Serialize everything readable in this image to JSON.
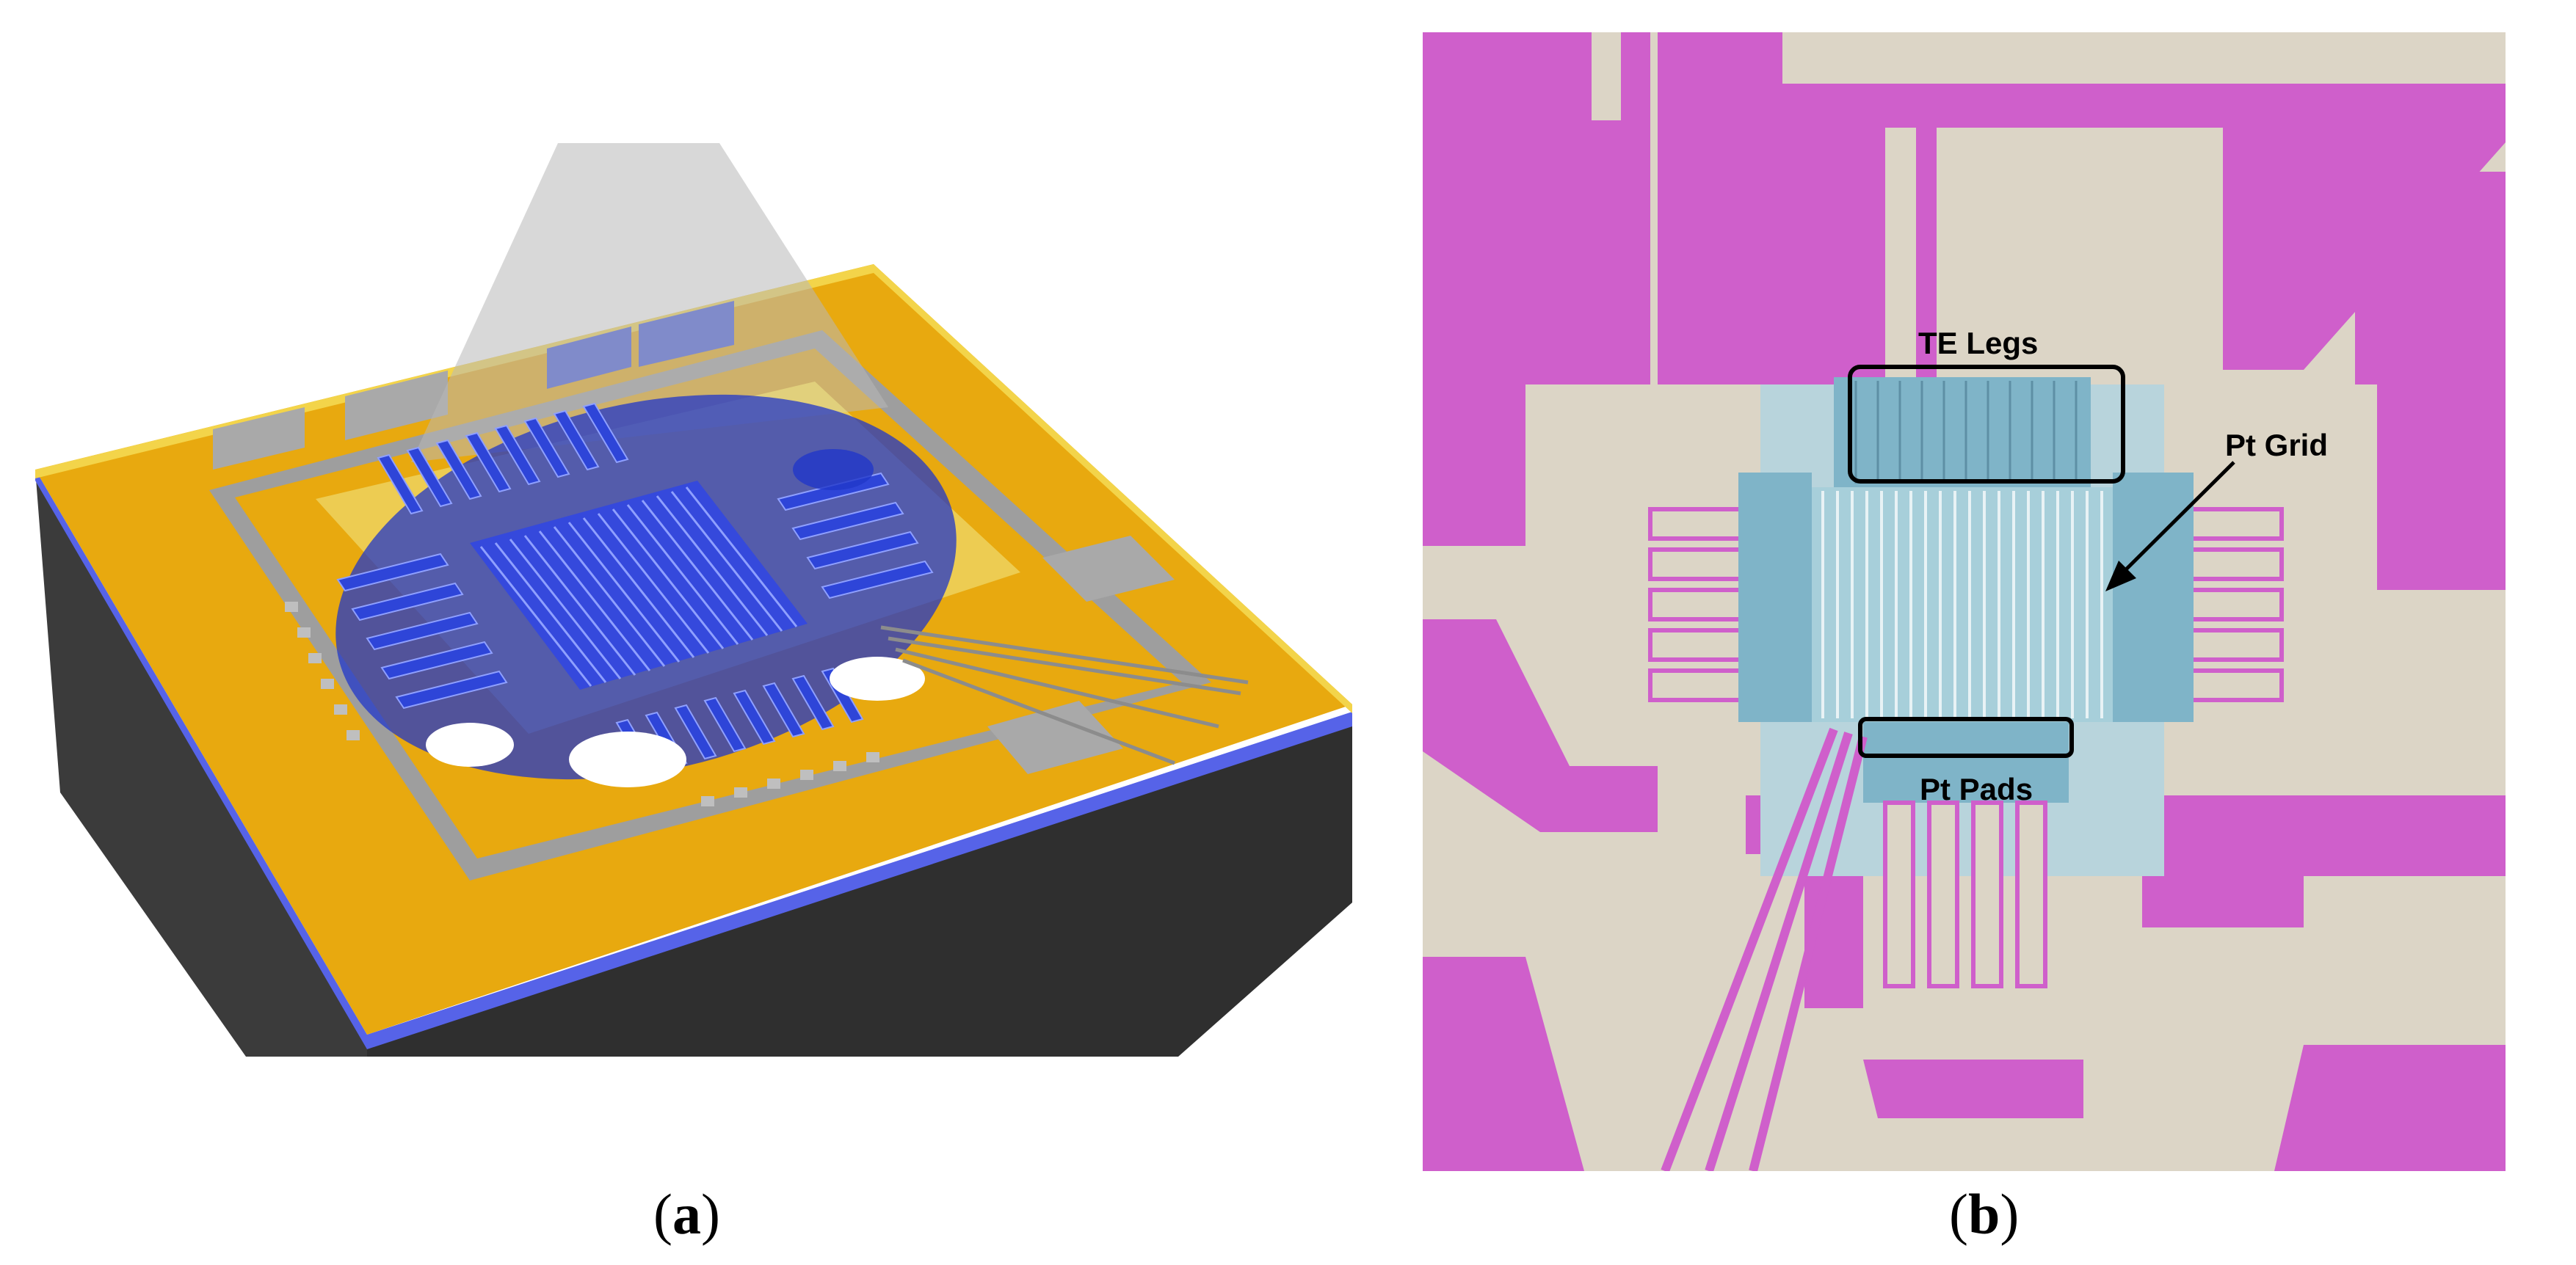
{
  "panel_a": {
    "caption": {
      "open": "(",
      "letter": "a",
      "close": ")"
    },
    "colors": {
      "gold": "#E8A90F",
      "side": "#3A3A3A",
      "front": "#2E2E2E",
      "blue": "#2B3FD6",
      "gray": "#A8A8A8",
      "yellow_film": "#F0E98A"
    }
  },
  "panel_b": {
    "caption": {
      "open": "(",
      "letter": "b",
      "close": ")"
    },
    "labels": {
      "te_legs": "TE Legs",
      "pt_grid": "Pt Grid",
      "pt_pads": "Pt Pads"
    },
    "colors": {
      "magenta": "#CF5FCB",
      "background": "#DCD5C6",
      "teal": "#7FB4C8",
      "outline": "#000000"
    }
  }
}
